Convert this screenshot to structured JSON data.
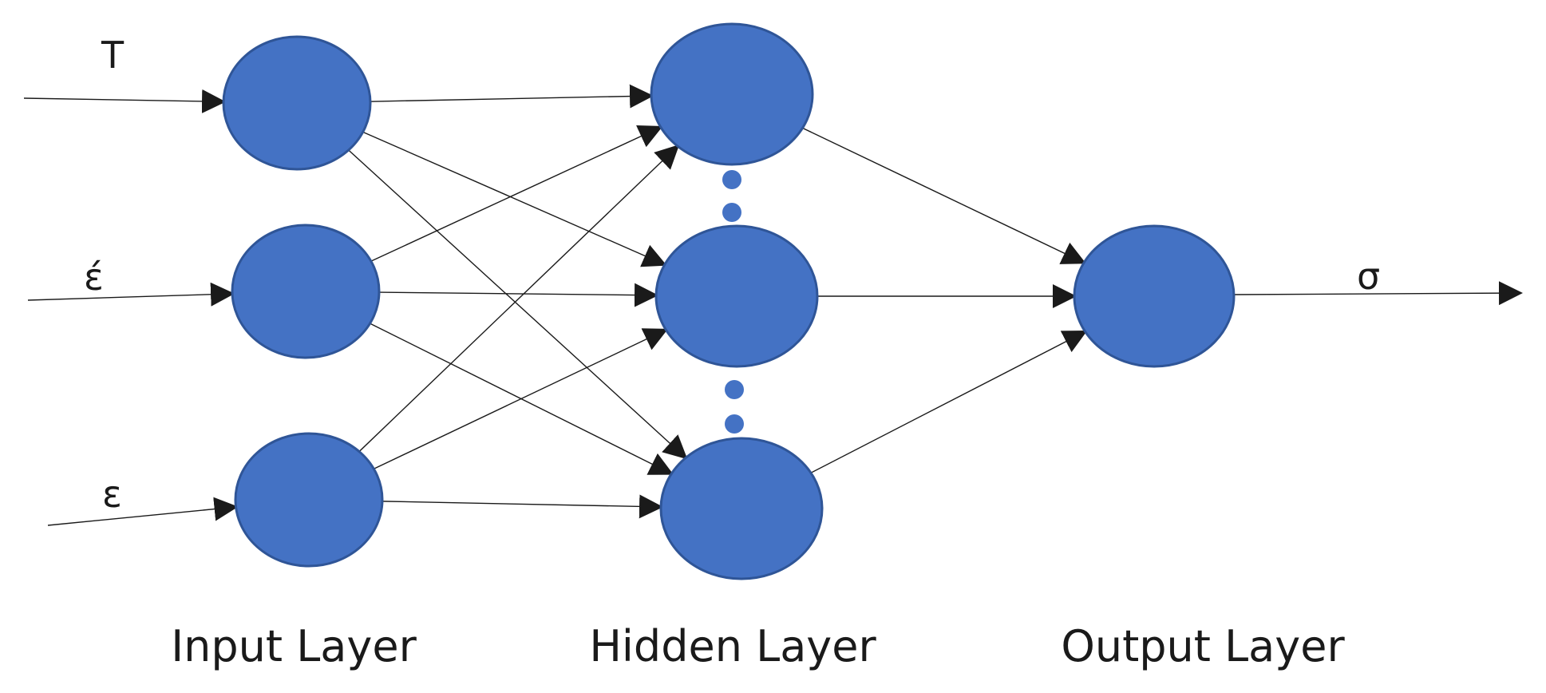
{
  "colors": {
    "node_fill": "#4472c4",
    "node_stroke": "#2f5597",
    "line": "#1a1a1a",
    "background": "#ffffff"
  },
  "inputs": [
    {
      "label": "T"
    },
    {
      "label": "έ"
    },
    {
      "label": "ε"
    }
  ],
  "output": {
    "label": "σ"
  },
  "layers": {
    "input": "Input Layer",
    "hidden": "Hidden Layer",
    "output": "Output Layer"
  }
}
